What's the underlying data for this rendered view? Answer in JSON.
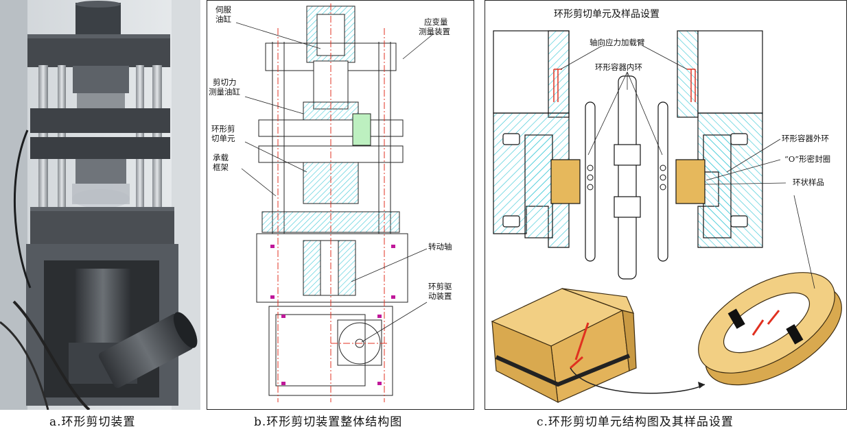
{
  "captions": {
    "a": "a.环形剪切装置",
    "b": "b.环形剪切装置整体结构图",
    "c": "c.环形剪切单元结构图及其样品设置"
  },
  "panel_b": {
    "labels": {
      "servo_line1": "伺服",
      "servo_line2": "油缸",
      "strain_line1": "应变量",
      "strain_line2": "测量装置",
      "shear_line1": "剪切力",
      "shear_line2": "测量油缸",
      "unit_line1": "环形剪",
      "unit_line2": "切单元",
      "frame_line1": "承载",
      "frame_line2": "框架",
      "shaft": "转动轴",
      "drive_line1": "环剪驱",
      "drive_line2": "动装置"
    }
  },
  "panel_c": {
    "title": "环形剪切单元及样品设置",
    "labels": {
      "arm": "轴向应力加载臂",
      "inner_ring": "环形容器内环",
      "outer_ring": "环形容器外环",
      "oring": "“O”形密封圈",
      "sample": "环状样品"
    }
  },
  "colors": {
    "hatch": "#3cc7d6",
    "sample": "#e6b85c",
    "red": "#e03020",
    "magenta": "#c0189a",
    "machine": "#4a4d52"
  }
}
